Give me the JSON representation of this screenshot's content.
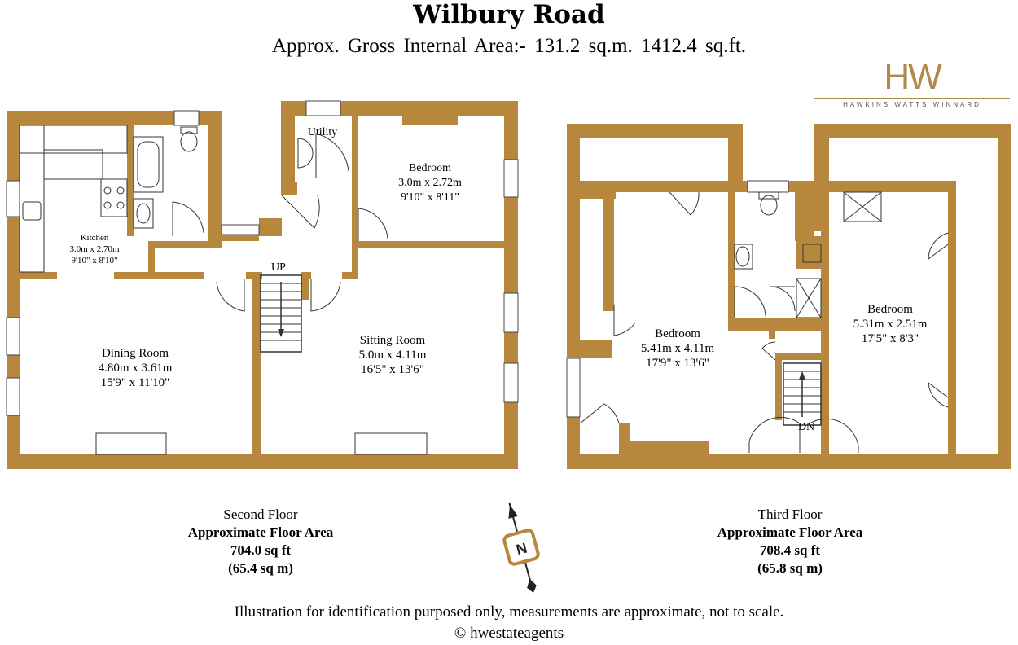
{
  "header": {
    "title": "Wilbury Road",
    "subtitle": "Approx. Gross Internal Area:- 131.2 sq.m. 1412.4 sq.ft."
  },
  "logo": {
    "mark": "HW",
    "text": "HAWKINS WATTS WINNARD"
  },
  "colors": {
    "wall": "#b8873e",
    "line": "#333333",
    "logo": "#b08a4a"
  },
  "second_floor": {
    "rooms": {
      "kitchen": {
        "name": "Kitchen",
        "metric": "3.0m x 2.70m",
        "imperial": "9'10\" x 8'10\""
      },
      "utility": {
        "name": "Utility"
      },
      "bedroom": {
        "name": "Bedroom",
        "metric": "3.0m x 2.72m",
        "imperial": "9'10\" x 8'11\""
      },
      "dining": {
        "name": "Dining Room",
        "metric": "4.80m x 3.61m",
        "imperial": "15'9\" x 11'10\""
      },
      "sitting": {
        "name": "Sitting Room",
        "metric": "5.0m x 4.11m",
        "imperial": "16'5\" x 13'6\""
      }
    },
    "stairs_label": "UP",
    "floor_name": "Second Floor",
    "area_label": "Approximate Floor Area",
    "sq_ft": "704.0 sq ft",
    "sq_m": "(65.4 sq m)"
  },
  "third_floor": {
    "rooms": {
      "bedroom_left": {
        "name": "Bedroom",
        "metric": "5.41m x 4.11m",
        "imperial": "17'9\" x 13'6\""
      },
      "bedroom_right": {
        "name": "Bedroom",
        "metric": "5.31m x 2.51m",
        "imperial": "17'5\" x 8'3\""
      }
    },
    "stairs_label": "DN",
    "floor_name": "Third Floor",
    "area_label": "Approximate Floor Area",
    "sq_ft": "708.4 sq ft",
    "sq_m": "(65.8 sq m)"
  },
  "compass": {
    "label": "N",
    "icon": "north-arrow-icon"
  },
  "footer": {
    "disclaimer": "Illustration for identification purposed only, measurements are approximate, not to scale.",
    "copyright": "© hwestateagents"
  }
}
